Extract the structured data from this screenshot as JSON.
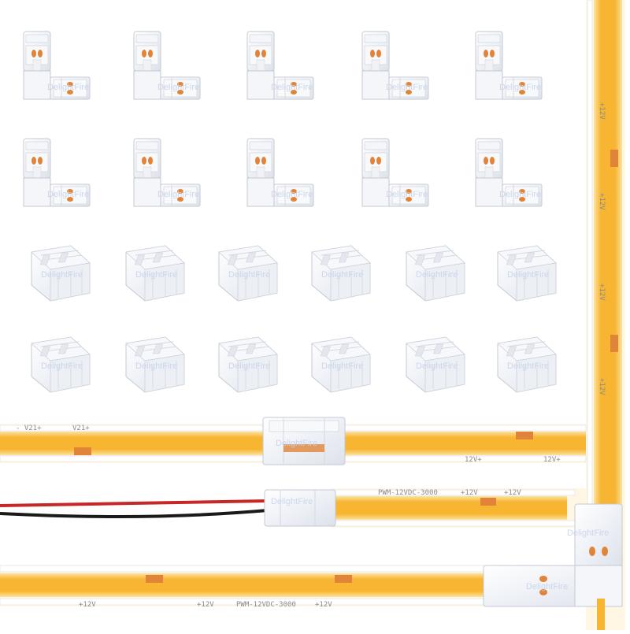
{
  "product": {
    "brand_watermark": "DelightFire",
    "strip_voltage_label": "+12V",
    "strip_voltage_alt": "12V+",
    "strip_model_text": "PWM-12VDC-3000"
  },
  "colors": {
    "cob_strip_yellow": "#f7b531",
    "strip_edge": "#f3c56a",
    "copper_pad": "#e0843a",
    "connector_clear": "#eef1f6",
    "connector_outline": "#c4c9d3",
    "wire_red": "#c62828",
    "wire_black": "#1a1a1a"
  },
  "items": {
    "l_connectors": 10,
    "straight_connectors": 12,
    "demo_strips": 4
  }
}
